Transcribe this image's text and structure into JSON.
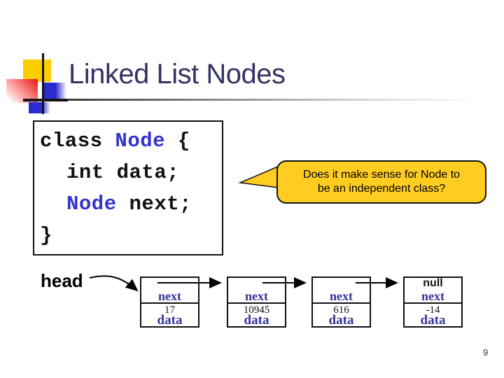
{
  "slide": {
    "title": "Linked List Nodes",
    "page_number": "9"
  },
  "code": {
    "line1_keyword": "class ",
    "line1_type": "Node",
    "line1_rest": " {",
    "line2": "int data;",
    "line3_type": "Node",
    "line3_rest": " next;",
    "line4": "}"
  },
  "callout": {
    "line1": "Does it make sense for Node to",
    "line2": "be an independent class?"
  },
  "diagram": {
    "head_label": "head",
    "nodes": [
      {
        "next_label": "next",
        "value": "17",
        "data_label": "data"
      },
      {
        "next_label": "next",
        "value": "10945",
        "data_label": "data"
      },
      {
        "next_label": "next",
        "value": "616",
        "data_label": "data"
      },
      {
        "null_label": "null",
        "next_label": "next",
        "value": "-14",
        "data_label": "data"
      }
    ]
  },
  "colors": {
    "title_text": "#333366",
    "code_type_blue": "#3333CC",
    "diagram_label_blue": "#333399",
    "callout_fill": "#FFCC22",
    "decor_yellow": "#FFCC00",
    "decor_blue": "#2B2BD0",
    "decor_red": "#E82020"
  }
}
